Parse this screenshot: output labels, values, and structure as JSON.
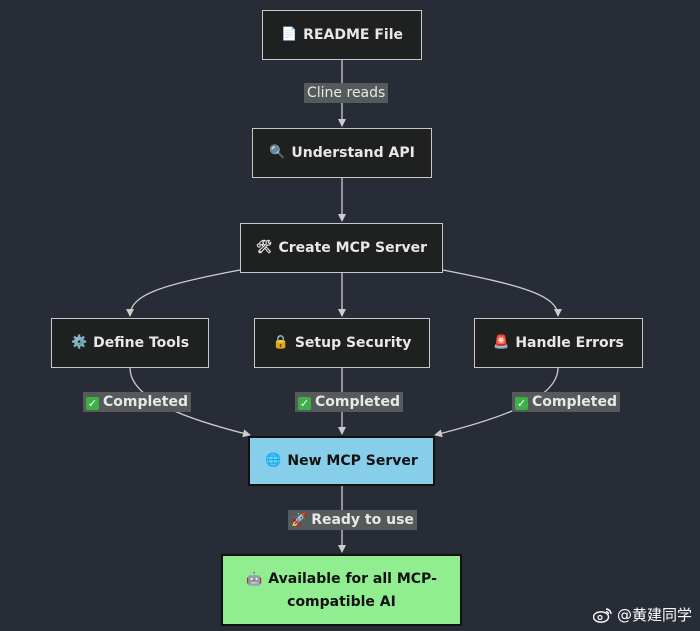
{
  "nodes": {
    "readme": {
      "icon": "📄",
      "icon_name": "document-icon",
      "label": "README File"
    },
    "understand": {
      "icon": "🔍",
      "icon_name": "magnifier-icon",
      "label": "Understand API"
    },
    "create": {
      "icon": "🛠",
      "icon_name": "tools-icon",
      "label": "Create MCP Server"
    },
    "define": {
      "icon": "⚙️",
      "icon_name": "gear-icon",
      "label": "Define Tools"
    },
    "security": {
      "icon": "🔒",
      "icon_name": "lock-icon",
      "label": "Setup Security"
    },
    "errors": {
      "icon": "🚨",
      "icon_name": "siren-icon",
      "label": "Handle Errors"
    },
    "newserver": {
      "icon": "🌐",
      "icon_name": "globe-icon",
      "label": "New MCP Server"
    },
    "available": {
      "icon": "🤖",
      "icon_name": "robot-icon",
      "label_line1": "Available for all MCP-",
      "label_line2": "compatible AI"
    }
  },
  "edges": {
    "cline_reads": "Cline reads",
    "completed": "Completed",
    "ready": "Ready to use"
  },
  "watermark": {
    "text": "@黄建同学",
    "icon_name": "weibo-icon"
  },
  "colors": {
    "background": "#282c37",
    "node_dark": "#1f2020",
    "node_blue": "#87ceeb",
    "node_green": "#90ee90",
    "edge": "#cccccc",
    "edge_label_bg": "#555a5a"
  }
}
